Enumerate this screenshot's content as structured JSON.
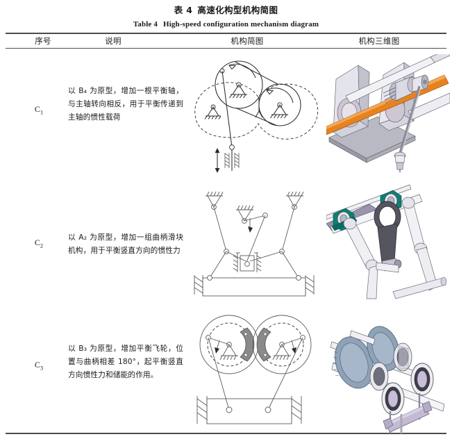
{
  "table": {
    "title_cn_number": "表 4",
    "title_cn_text": "高速化构型机构简图",
    "title_en_number": "Table 4",
    "title_en_text": "High-speed configuration mechanism diagram",
    "headers": [
      "序号",
      "说明",
      "机构简图",
      "机构三维图"
    ],
    "rows": [
      {
        "id_base": "C",
        "id_sub": "1",
        "description": "以 B₄ 为原型，增加一根平衡轴，与主轴转向相反，用于平衡传递到主轴的惯性载荷",
        "diagram_name": "twin-pulley-balance-shaft-schematic",
        "render_name": "balance-shaft-housing-3d-render"
      },
      {
        "id_base": "C",
        "id_sub": "2",
        "description": "以 A₂ 为原型，增加一组曲柄滑块机构，用于平衡竖直方向的惯性力",
        "diagram_name": "symmetric-crank-slider-schematic",
        "render_name": "crank-slider-linkage-3d-render"
      },
      {
        "id_base": "C",
        "id_sub": "3",
        "description": "以 B₃ 为原型，增加平衡飞轮，位置与曲柄相差 180°，起平衡竖直方向惯性力和储能的作用。",
        "diagram_name": "twin-flywheel-balance-schematic",
        "render_name": "gear-flywheel-shaft-3d-render"
      }
    ]
  },
  "colors": {
    "rule": "#4a4a52",
    "line_dark": "#2b2b2b",
    "line_light": "#5b5b63",
    "shaft_orange": "#E8821E",
    "housing_grey": "#D4D4DC",
    "housing_light": "#ECECF2",
    "bearing_teal": "#0E7F74",
    "rod_dark": "#55555F",
    "gear_blue": "#8EA3B8",
    "flywheel_lavender": "#C9BEDA",
    "counterweight_grey": "#8A8A8A"
  }
}
